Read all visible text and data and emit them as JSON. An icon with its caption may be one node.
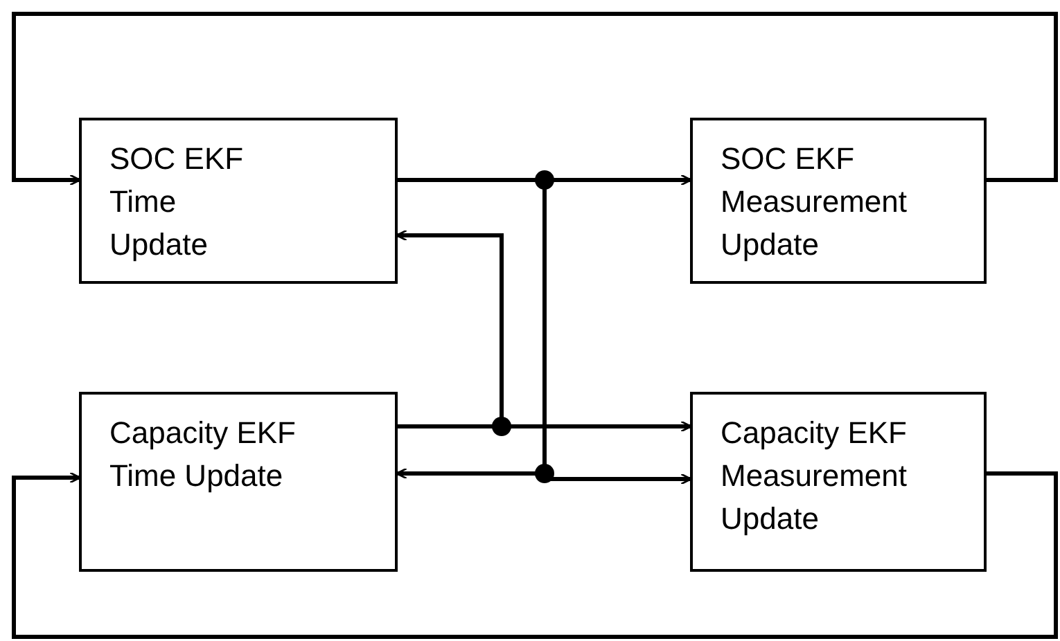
{
  "diagram": {
    "nodes": [
      {
        "text": [
          "SOC EKF Time Update"
        ]
      },
      {
        "text": [
          "SOC EKF Measurement Update"
        ]
      },
      {
        "text": [
          "Capacity EKF Time Update"
        ]
      },
      {
        "text": [
          "Capacity EKF Measurement Update"
        ]
      }
    ],
    "edges": [
      {
        "from": 0,
        "to": 1,
        "arrow": "to"
      },
      {
        "from": 0,
        "to": 3,
        "arrow": "to"
      },
      {
        "from": 0,
        "to": 2,
        "arrow": "to"
      },
      {
        "from": 2,
        "to": 3,
        "arrow": "to"
      },
      {
        "from": 2,
        "to": 0,
        "arrow": "to"
      },
      {
        "from": 1,
        "to": 0,
        "arrow": "to"
      },
      {
        "from": 3,
        "to": 2,
        "arrow": "to"
      }
    ]
  }
}
